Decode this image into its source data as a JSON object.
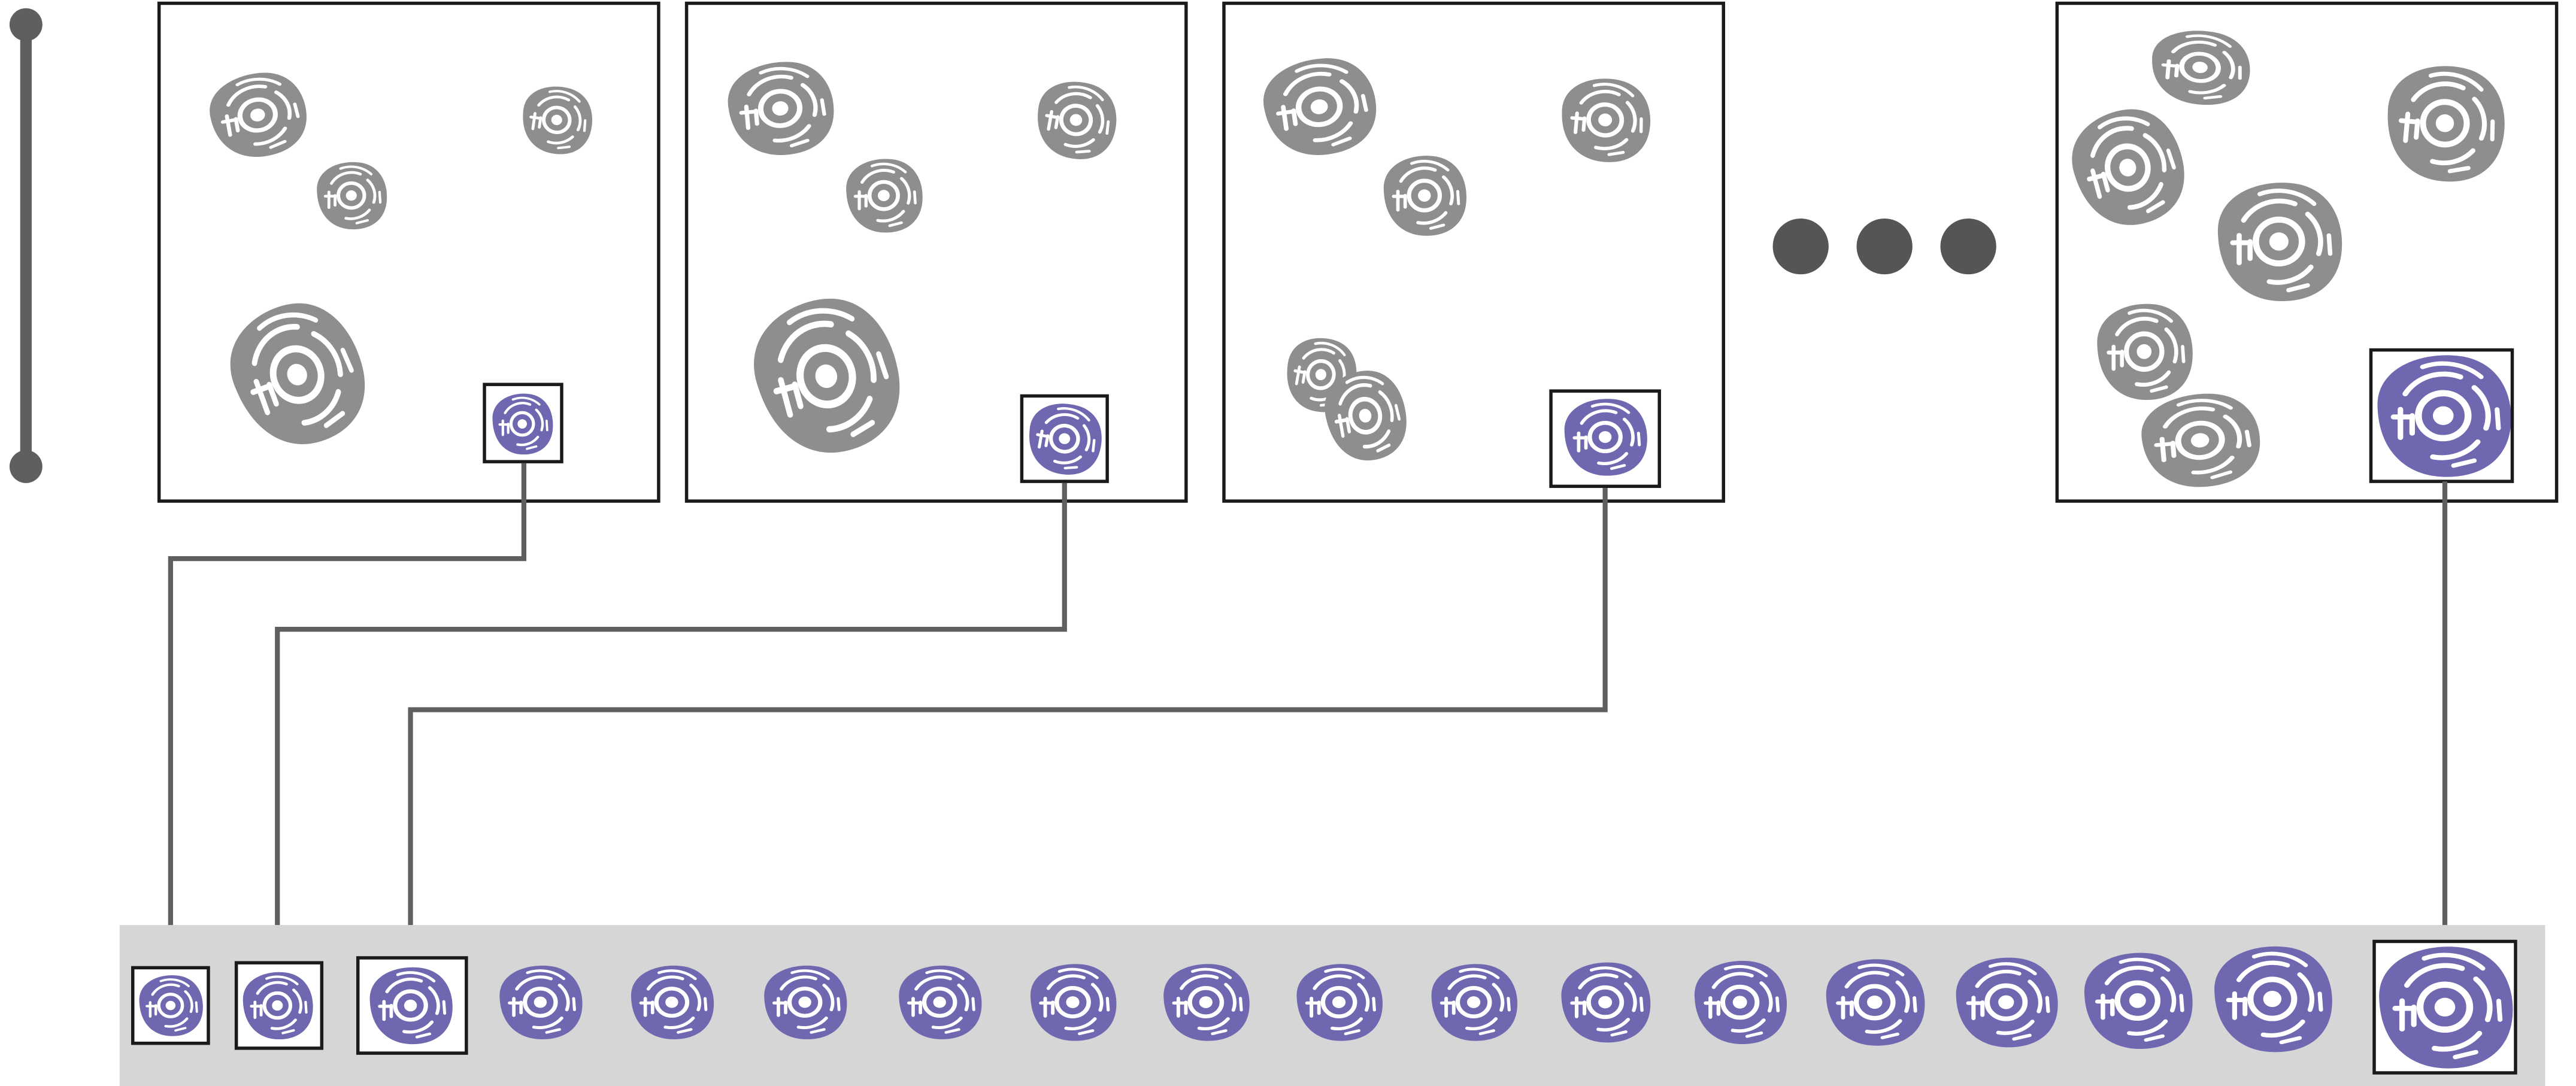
{
  "colors": {
    "cell_gray": "#8e8e8e",
    "cell_purple": "#6f68b0",
    "cell_detail": "#ffffff",
    "line": "#5f5f5f",
    "dots": "#555555",
    "strip_bg": "#d6d6d6",
    "frame": "#1a1a1a"
  },
  "frames": [
    {
      "name": "frame-1",
      "highlight": "focus-box-1"
    },
    {
      "name": "frame-2",
      "highlight": "focus-box-2"
    },
    {
      "name": "frame-3",
      "highlight": "focus-box-3"
    },
    {
      "name": "frame-4",
      "highlight": "focus-box-4"
    }
  ],
  "icons": {
    "timeline": "timeline-scale-icon",
    "ellipsis": "ellipsis-dots-icon",
    "cell": "cell-icon"
  },
  "strip": {
    "tracked_cell_count": 18,
    "boxed_cells": 4
  }
}
